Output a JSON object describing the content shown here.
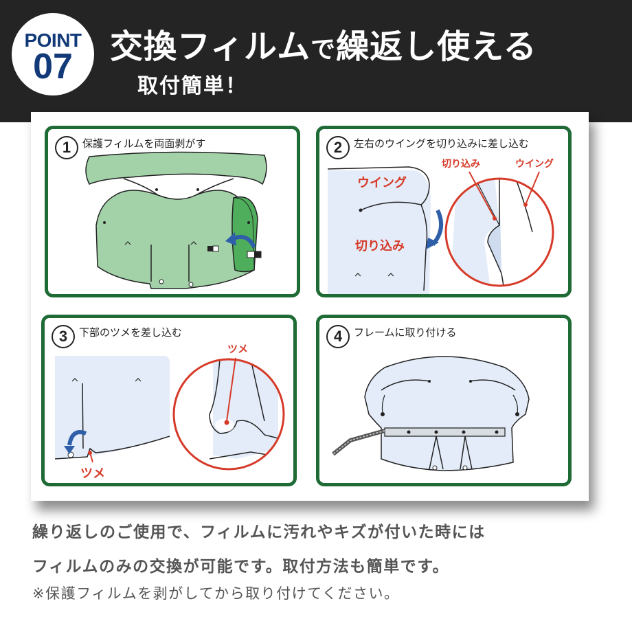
{
  "header": {
    "badge_top": "POINT",
    "badge_number": "07",
    "headline_part1": "交換フィルム",
    "headline_part2": "で",
    "headline_part3": "繰返し使える",
    "subheadline": "取付簡単！"
  },
  "steps": [
    {
      "number": "1",
      "title": "保護フィルムを両面剥がす",
      "labels": []
    },
    {
      "number": "2",
      "title": "左右のウイングを切り込みに差し込む",
      "labels": [
        "ウイング",
        "切り込み",
        "切り込み",
        "ウイング"
      ]
    },
    {
      "number": "3",
      "title": "下部のツメを差し込む",
      "labels": [
        "ツメ",
        "ツメ"
      ]
    },
    {
      "number": "4",
      "title": "フレームに取り付ける",
      "labels": []
    }
  ],
  "description": {
    "line1": "繰り返しのご使用で、フィルムに汚れやキズが付いた時には",
    "line2": "フィルムのみの交換が可能です。取付方法も簡単です。",
    "note": "※保護フィルムを剥がしてから取り付けてください。"
  },
  "colors": {
    "header_bg": "#242424",
    "badge_text": "#123a78",
    "panel_border": "#1e6b35",
    "film_green": "#a3d2a9",
    "film_dark_green": "#4fae5c",
    "film_blue": "#e3ecf8",
    "accent_red": "#d63a28",
    "arrow_blue": "#2f5fa8"
  }
}
